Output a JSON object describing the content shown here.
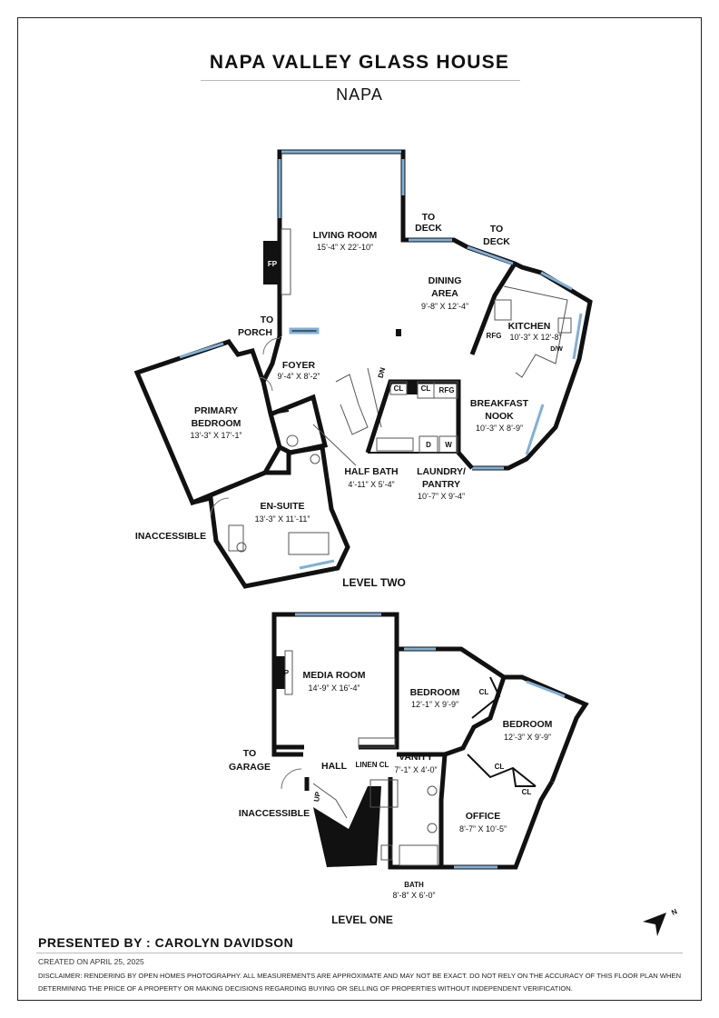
{
  "header": {
    "title": "NAPA VALLEY GLASS HOUSE",
    "subtitle": "NAPA"
  },
  "level_two": {
    "label": "LEVEL TWO",
    "rooms": {
      "living_room": {
        "name": "LIVING ROOM",
        "dims": "15’-4” X 22’-10”"
      },
      "dining_area": {
        "name1": "DINING",
        "name2": "AREA",
        "dims": "9’-8” X 12’-4”"
      },
      "kitchen": {
        "name": "KITCHEN",
        "dims": "10’-3” X 12’-8”"
      },
      "breakfast_nook": {
        "name1": "BREAKFAST",
        "name2": "NOOK",
        "dims": "10’-3” X 8’-9”"
      },
      "foyer": {
        "name": "FOYER",
        "dims": "9’-4” X 8’-2”"
      },
      "primary_bedroom": {
        "name1": "PRIMARY",
        "name2": "BEDROOM",
        "dims": "13’-3” X 17’-1”"
      },
      "half_bath": {
        "name": "HALF BATH",
        "dims": "4’-11” X 5’-4”"
      },
      "laundry_pantry": {
        "name1": "LAUNDRY/",
        "name2": "PANTRY",
        "dims": "10’-7” X 9’-4”"
      },
      "en_suite": {
        "name": "EN-SUITE",
        "dims": "13’-3” X 11’-11”"
      }
    },
    "labels": {
      "to_deck_1a": "TO",
      "to_deck_1b": "DECK",
      "to_deck_2a": "TO",
      "to_deck_2b": "DECK",
      "to_porch_a": "TO",
      "to_porch_b": "PORCH",
      "inaccessible": "INACCESSIBLE",
      "fp": "FP",
      "rfg1": "RFG",
      "rfg2": "RFG",
      "dw": "D/W",
      "cl1": "CL",
      "cl2": "CL",
      "d": "D",
      "w": "W",
      "dn": "DN"
    }
  },
  "level_one": {
    "label": "LEVEL ONE",
    "rooms": {
      "media_room": {
        "name": "MEDIA ROOM",
        "dims": "14’-9” X 16’-4”"
      },
      "bedroom1": {
        "name": "BEDROOM",
        "dims": "12’-1” X 9’-9”"
      },
      "bedroom2": {
        "name": "BEDROOM",
        "dims": "12’-3” X 9’-9”"
      },
      "vanity": {
        "name": "VANITY",
        "dims": "7’-1” X 4’-0”"
      },
      "office": {
        "name": "OFFICE",
        "dims": "8’-7” X 10’-5”"
      },
      "bath": {
        "name": "BATH",
        "dims": "8’-8” X 6’-0”"
      },
      "hall": {
        "name": "HALL"
      }
    },
    "labels": {
      "to_garage_a": "TO",
      "to_garage_b": "GARAGE",
      "inaccessible": "INACCESSIBLE",
      "linen_cl": "LINEN CL",
      "fp": "FP",
      "cl1": "CL",
      "cl2": "CL",
      "cl3": "CL",
      "up": "UP"
    }
  },
  "compass": {
    "letter": "N"
  },
  "footer": {
    "presented_by": "PRESENTED BY : CAROLYN DAVIDSON",
    "created": "CREATED ON APRIL 25, 2025",
    "disclaimer": "DISCLAIMER: RENDERING BY OPEN HOMES PHOTOGRAPHY. ALL MEASUREMENTS ARE APPROXIMATE AND MAY NOT BE EXACT. DO NOT RELY ON THE ACCURACY OF THIS FLOOR PLAN WHEN DETERMINING THE PRICE OF A PROPERTY OR MAKING DECISIONS REGARDING BUYING OR SELLING OF PROPERTIES WITHOUT INDEPENDENT VERIFICATION."
  },
  "colors": {
    "wall": "#111111",
    "window": "#7fb0d8"
  }
}
